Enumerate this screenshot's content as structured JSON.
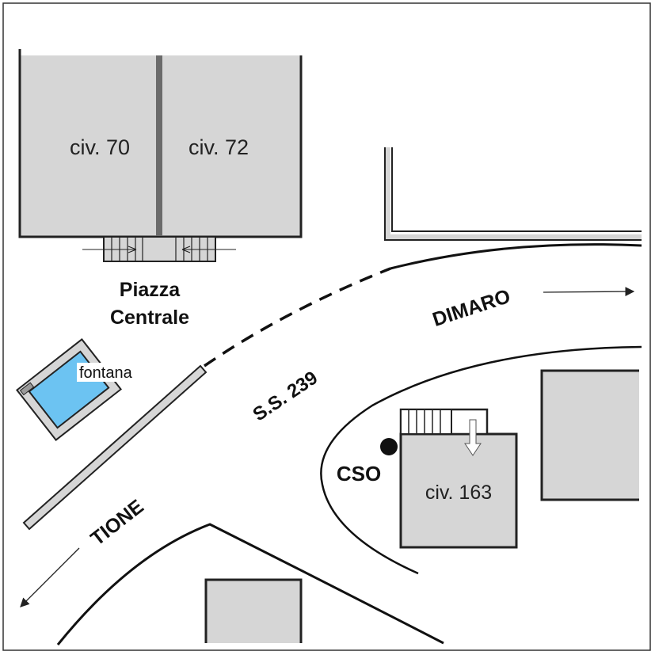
{
  "map": {
    "buildings": {
      "civ70": "civ. 70",
      "civ72": "civ. 72",
      "civ163": "civ. 163"
    },
    "square": {
      "line1": "Piazza",
      "line2": "Centrale"
    },
    "fountain": "fontana",
    "road": {
      "name": "S.S. 239",
      "towards_east": "DIMARO",
      "towards_west": "TIONE"
    },
    "marker": "CSO",
    "colors": {
      "building_fill": "#d6d6d6",
      "water": "#6cc3f2",
      "outline": "#222222"
    }
  }
}
